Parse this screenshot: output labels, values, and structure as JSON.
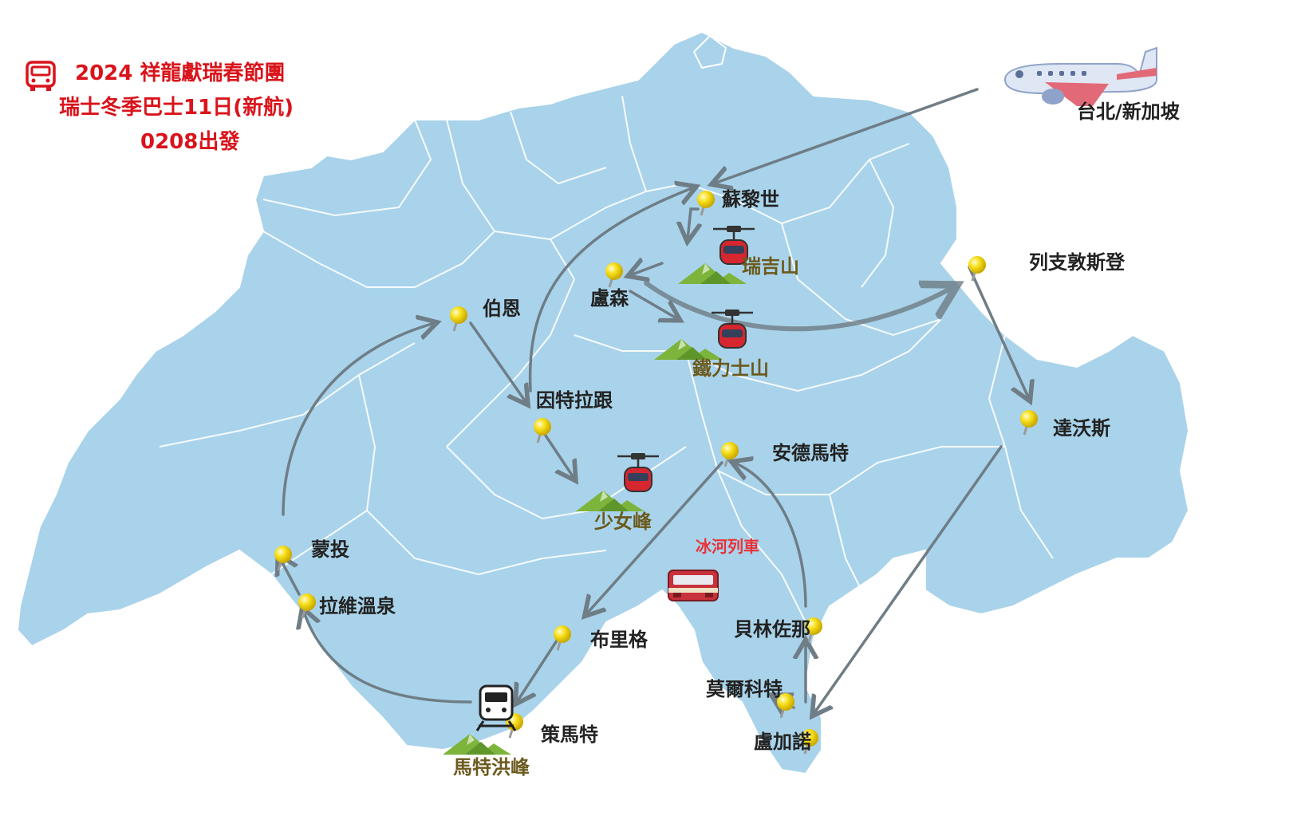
{
  "title": {
    "line1": "2024  祥龍獻瑞春節團",
    "line2": "瑞士冬季巴士11日(新航)",
    "line3": "0208出發"
  },
  "origin": {
    "label": "台北/新加坡"
  },
  "cities": {
    "zurich": "蘇黎世",
    "lucerne": "盧森",
    "bern": "伯恩",
    "interlaken": "因特拉跟",
    "liechtenstein": "列支敦斯登",
    "davos": "達沃斯",
    "andermatt": "安德馬特",
    "montreux": "蒙投",
    "leukerbad": "拉維溫泉",
    "brig": "布里格",
    "zermatt": "策馬特",
    "bellinzona": "貝林佐那",
    "morcote": "莫爾科特",
    "lugano": "盧加諾"
  },
  "mountains": {
    "rigi": "瑞吉山",
    "titlis": "鐵力士山",
    "jungfrau": "少女峰",
    "matterhorn": "馬特洪峰"
  },
  "train": {
    "glacier_express": "冰河列車"
  },
  "colors": {
    "land": "#a9d3ea",
    "border": "#ffffff",
    "arrow": "#6f7d86",
    "pin": "#f7df1a",
    "mountain": "#7db43c",
    "title": "#d9141b",
    "mountain_text": "#6b5a1e",
    "train_text": "#e8333a"
  },
  "icons": [
    "bus-icon",
    "airplane-icon",
    "map-pin-icon",
    "cable-car-icon",
    "mountain-icon",
    "train-icon",
    "rail-icon"
  ]
}
